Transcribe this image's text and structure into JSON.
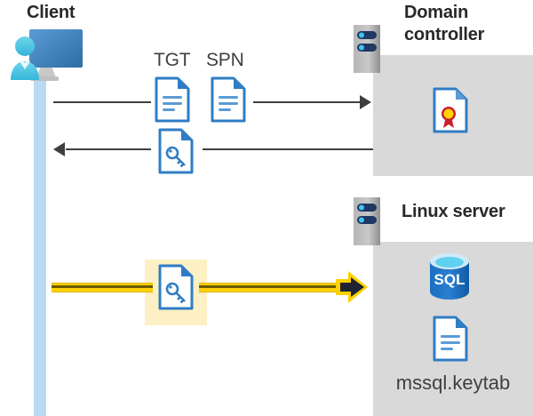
{
  "diagram": {
    "title": "Kerberos authentication flow between client, domain controller and Linux server",
    "actors": {
      "client": {
        "label": "Client",
        "icon": "client-computer-icon"
      },
      "domain_controller": {
        "label": "Domain controller",
        "label_line1": "Domain",
        "label_line2": "controller",
        "icon": "server-tower-icon"
      },
      "linux_server": {
        "label": "Linux server",
        "icon": "server-tower-icon"
      }
    },
    "messages": [
      {
        "id": "req",
        "direction": "right",
        "artifacts": [
          "TGT",
          "SPN"
        ],
        "icon": "document-icon"
      },
      {
        "id": "resp",
        "direction": "left",
        "artifacts": [
          "service-ticket"
        ],
        "icon": "key-document-icon"
      },
      {
        "id": "ticket",
        "direction": "right",
        "style": "highlight-yellow",
        "artifacts": [
          "service-ticket"
        ],
        "icon": "key-document-icon"
      }
    ],
    "labels": {
      "tgt": "TGT",
      "spn": "SPN",
      "keytab_file": "mssql.keytab"
    },
    "dc_contents": [
      {
        "name": "certificate",
        "icon": "certificate-document-icon"
      }
    ],
    "linux_contents": [
      {
        "name": "sql-database",
        "icon": "sql-database-icon",
        "text": "SQL"
      },
      {
        "name": "keytab",
        "icon": "document-icon",
        "text": "mssql.keytab"
      }
    ],
    "colors": {
      "panel_gray": "#d9d9d9",
      "lifeline_blue": "#bcd9f2",
      "doc_blue": "#2f7dc4",
      "arrow_dark": "#3f3f3f",
      "ticket_yellow": "#ffd100",
      "highlight_yellow": "#fdf0c4",
      "sql_blue": "#0f6cbd",
      "cert_red": "#c8202e",
      "cert_gold": "#ffd400",
      "title_text": "#282828"
    }
  }
}
